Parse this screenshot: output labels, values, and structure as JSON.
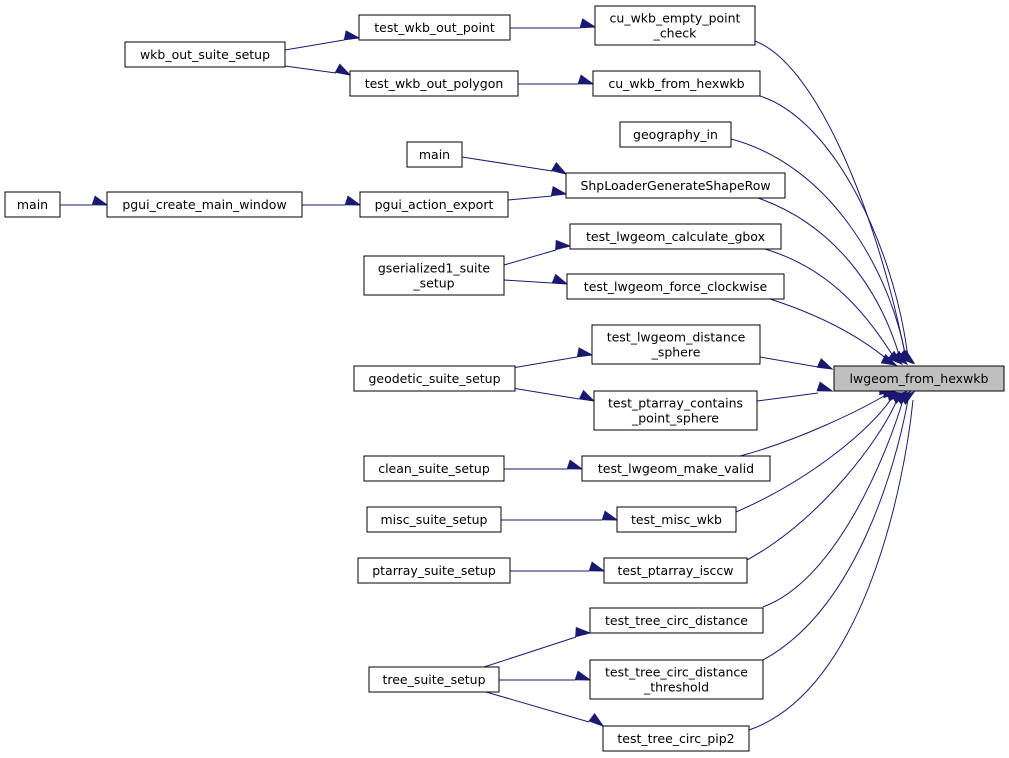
{
  "diagram": {
    "target": "lwgeom_from_hexwkb",
    "nodes": {
      "n_target": [
        "lwgeom_from_hexwkb"
      ],
      "n_cu_empty": [
        "cu_wkb_empty_point",
        "_check"
      ],
      "n_cu_hex": [
        "cu_wkb_from_hexwkb"
      ],
      "n_geo_in": [
        "geography_in"
      ],
      "n_shp": [
        "ShpLoaderGenerateShapeRow"
      ],
      "n_calc_gbox": [
        "test_lwgeom_calculate_gbox"
      ],
      "n_force_cw": [
        "test_lwgeom_force_clockwise"
      ],
      "n_dist_sphere": [
        "test_lwgeom_distance",
        "_sphere"
      ],
      "n_contains": [
        "test_ptarray_contains",
        "_point_sphere"
      ],
      "n_make_valid": [
        "test_lwgeom_make_valid"
      ],
      "n_misc_wkb": [
        "test_misc_wkb"
      ],
      "n_isccw": [
        "test_ptarray_isccw"
      ],
      "n_tree_dist": [
        "test_tree_circ_distance"
      ],
      "n_tree_thr": [
        "test_tree_circ_distance",
        "_threshold"
      ],
      "n_tree_pip2": [
        "test_tree_circ_pip2"
      ],
      "n_wkb_point": [
        "test_wkb_out_point"
      ],
      "n_wkb_poly": [
        "test_wkb_out_polygon"
      ],
      "n_main_b": [
        "main"
      ],
      "n_export": [
        "pgui_action_export"
      ],
      "n_gser1": [
        "gserialized1_suite",
        "_setup"
      ],
      "n_geodetic": [
        "geodetic_suite_setup"
      ],
      "n_clean": [
        "clean_suite_setup"
      ],
      "n_misc_setup": [
        "misc_suite_setup"
      ],
      "n_ptarray_setup": [
        "ptarray_suite_setup"
      ],
      "n_tree_setup": [
        "tree_suite_setup"
      ],
      "n_wkb_setup": [
        "wkb_out_suite_setup"
      ],
      "n_create_win": [
        "pgui_create_main_window"
      ],
      "n_main_a": [
        "main"
      ]
    }
  }
}
